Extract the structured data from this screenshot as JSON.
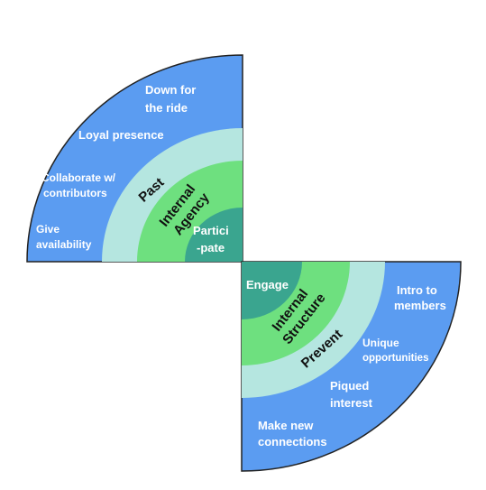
{
  "colors": {
    "outer_band": "#5b9cf1",
    "middle_band": "#b5e6e0",
    "inner_band": "#6ee07f",
    "core": "#3aa58f",
    "outline": "#222222",
    "label_light": "#ffffff",
    "label_dark": "#111111"
  },
  "top_left": {
    "outer_band": [
      "Down for the ride",
      "Loyal presence",
      "Collaborate w/ contributors",
      "Give availability"
    ],
    "middle_band": "Past",
    "inner_band": "Internal Agency",
    "core": "Partici-pate"
  },
  "bottom_right": {
    "core": "Engage",
    "inner_band": "Internal Structure",
    "middle_band": "Prevent",
    "outer_band": [
      "Intro to members",
      "Unique opportunities",
      "Piqued interest",
      "Make new connections"
    ]
  }
}
